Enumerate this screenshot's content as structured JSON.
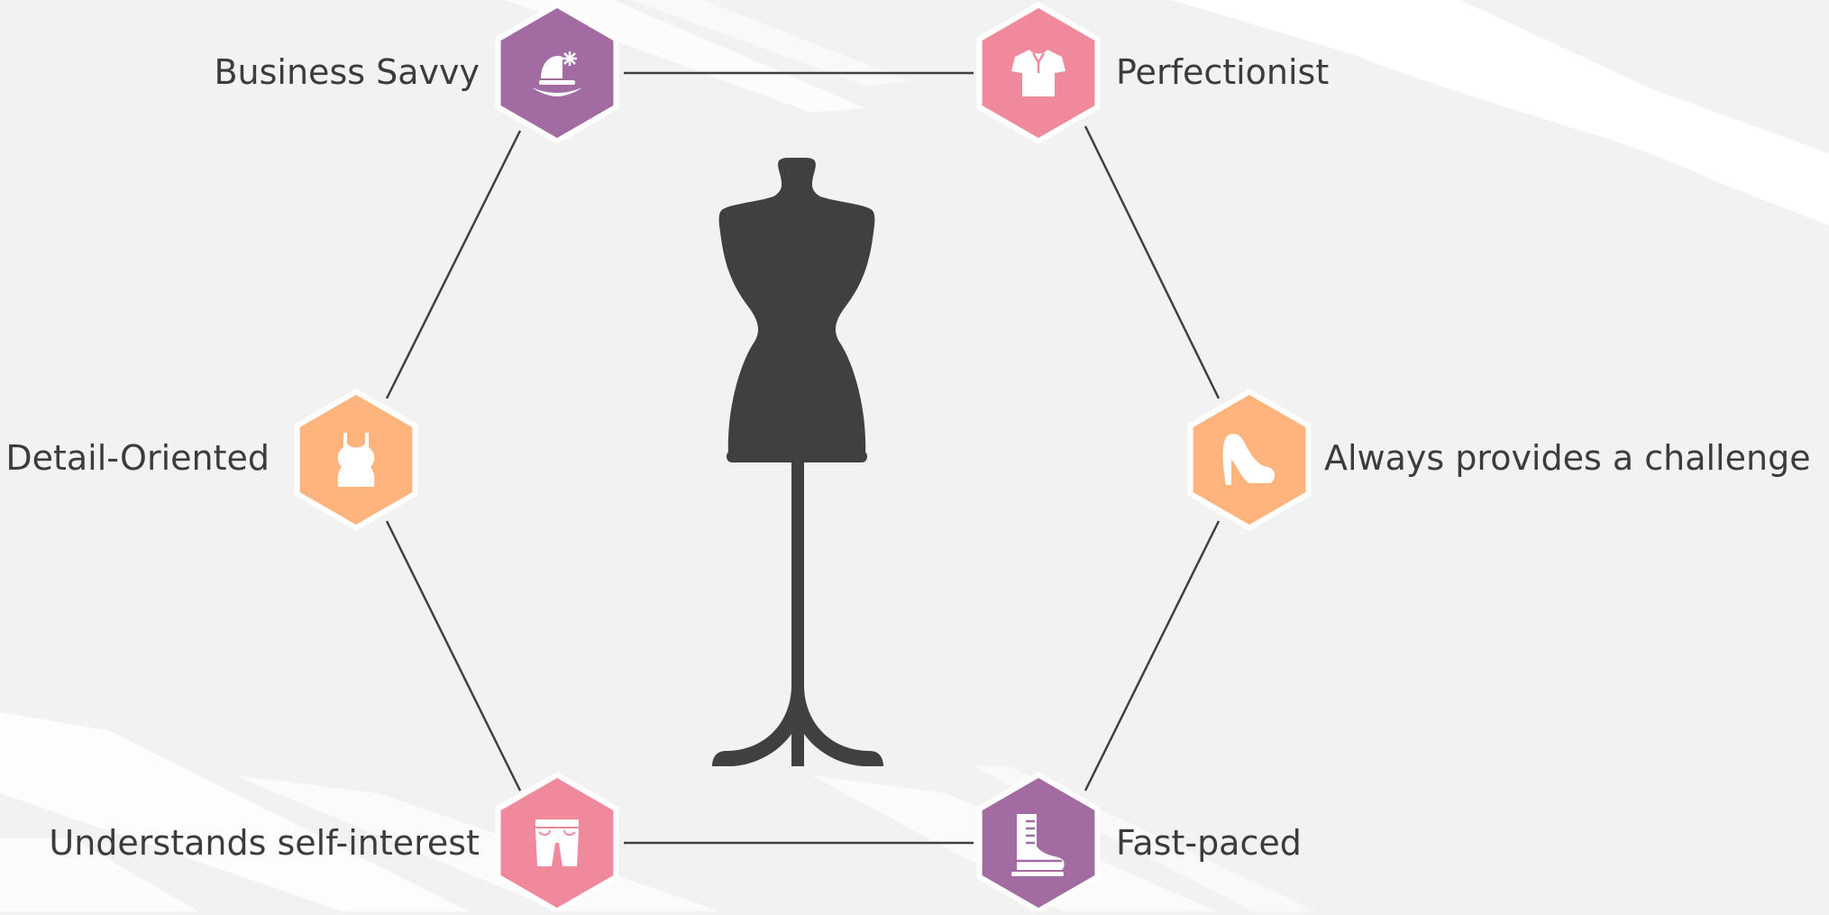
{
  "colors": {
    "background": "#f2f2f2",
    "brush": "#ffffff",
    "line": "#404040",
    "mannequin": "#404040",
    "purple": "#a26ca2",
    "pink": "#f0899b",
    "orange": "#ffb47e",
    "icon": "#ffffff"
  },
  "nodes": [
    {
      "id": "business-savvy",
      "label": "Business Savvy",
      "color": "purple",
      "icon": "sun-hat-icon"
    },
    {
      "id": "perfectionist",
      "label": "Perfectionist",
      "color": "pink",
      "icon": "shirt-icon"
    },
    {
      "id": "always-provides-a-challenge",
      "label": "Always provides a challenge",
      "color": "orange",
      "icon": "high-heel-icon"
    },
    {
      "id": "fast-paced",
      "label": "Fast-paced",
      "color": "purple",
      "icon": "boot-icon"
    },
    {
      "id": "understands-self-interest",
      "label": "Understands self-interest",
      "color": "pink",
      "icon": "shorts-icon"
    },
    {
      "id": "detail-oriented",
      "label": "Detail-Oriented",
      "color": "orange",
      "icon": "tank-top-icon"
    }
  ],
  "center": {
    "icon": "dress-form-icon"
  }
}
